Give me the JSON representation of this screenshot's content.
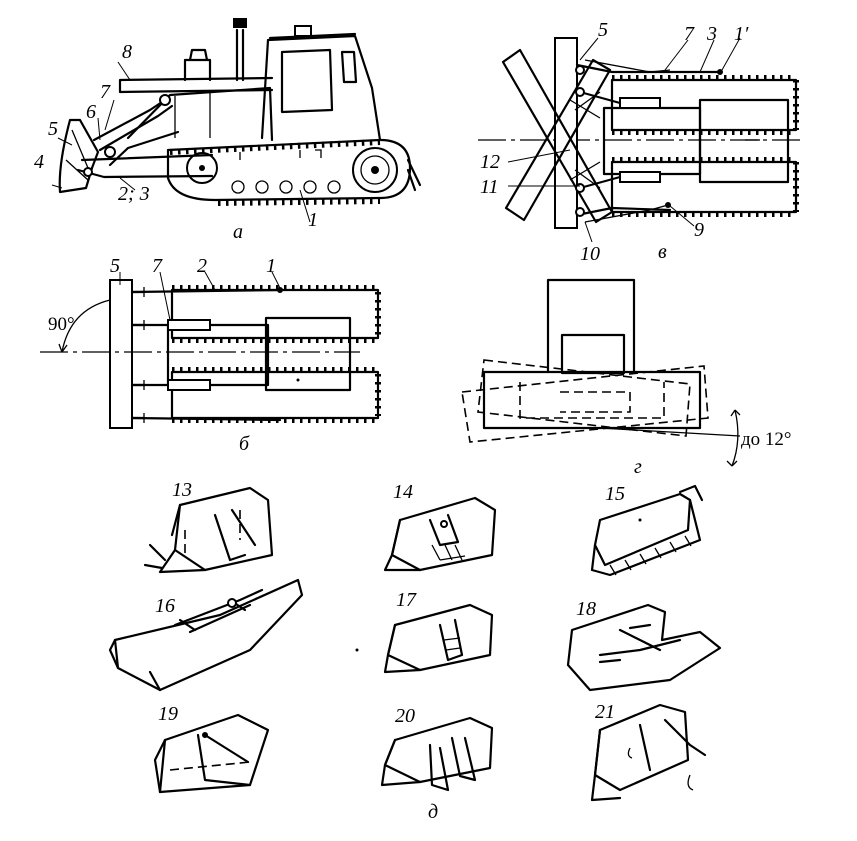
{
  "panels": {
    "a": {
      "letter": "а",
      "labels": {
        "n1": "1",
        "n23": "2; 3",
        "n4": "4",
        "n5": "5",
        "n6": "6",
        "n7": "7",
        "n8": "8"
      }
    },
    "v": {
      "letter": "в",
      "labels": {
        "n1": "1′",
        "n3": "3",
        "n5": "5",
        "n7": "7",
        "n9": "9",
        "n10": "10",
        "n11": "11",
        "n12": "12"
      }
    },
    "b": {
      "letter": "б",
      "angle": "90°",
      "labels": {
        "n1": "1",
        "n2": "2",
        "n5": "5",
        "n7": "7"
      }
    },
    "g": {
      "letter": "г",
      "angle": "до 12°"
    },
    "d": {
      "letter": "д",
      "variants": [
        "13",
        "14",
        "15",
        "16",
        "17",
        "18",
        "19",
        "20",
        "21"
      ]
    }
  }
}
